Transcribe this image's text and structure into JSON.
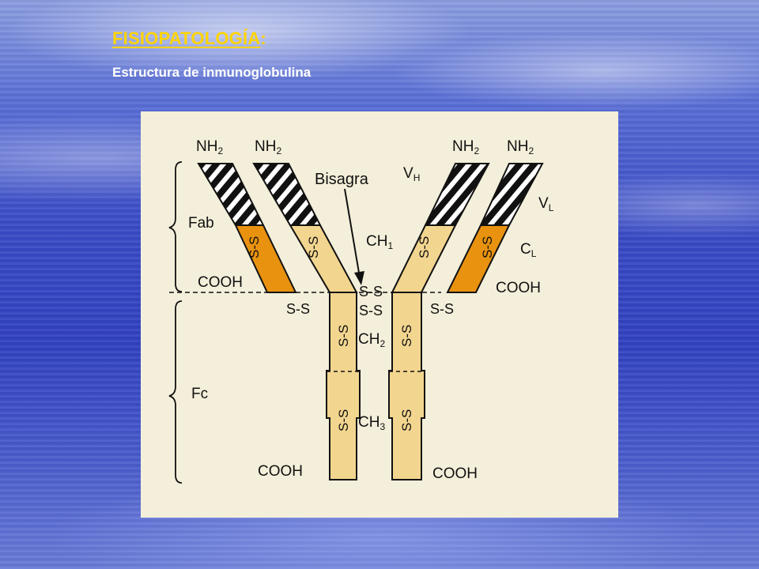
{
  "slide": {
    "title": "FISIOPATOLOGÍA",
    "title_suffix": ":",
    "subtitle": "Estructura de inmunoglobulina"
  },
  "diagram": {
    "labels": {
      "nh2": "NH",
      "nh2_sub": "2",
      "bisagra": "Bisagra",
      "fab": "Fab",
      "fc": "Fc",
      "cooh": "COOH",
      "ss": "S-S",
      "vh": "V",
      "vh_sub": "H",
      "vl": "V",
      "vl_sub": "L",
      "cl": "C",
      "cl_sub": "L",
      "ch": "CH",
      "ch1_sub": "1",
      "ch2_sub": "2",
      "ch3_sub": "3"
    },
    "colors": {
      "heavy_chain": "#f2d58f",
      "light_chain": "#e8920f",
      "variable_stripe": "#111111",
      "background": "#f4efda"
    }
  }
}
